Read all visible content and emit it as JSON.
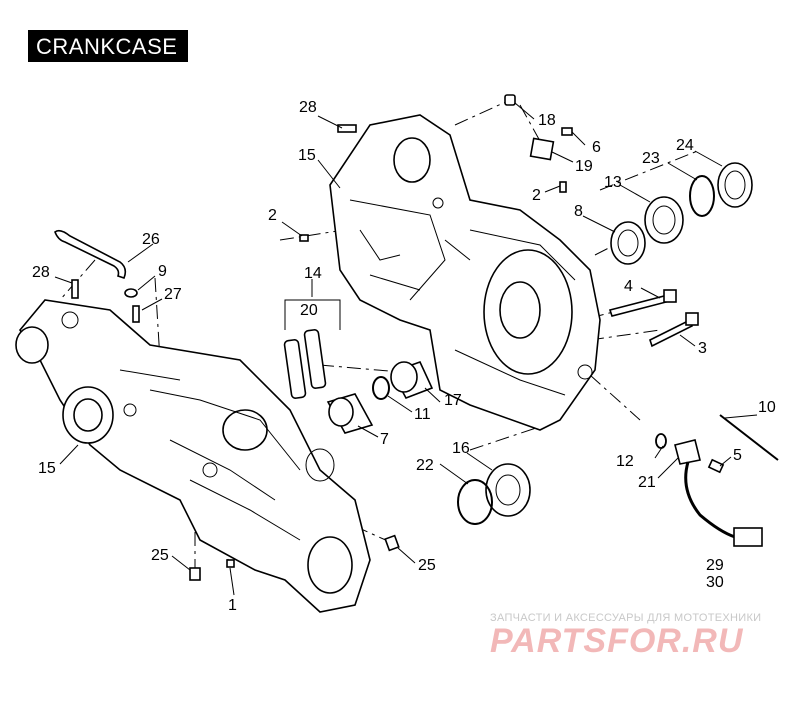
{
  "title": "CRANKCASE",
  "callouts": {
    "c1": "1",
    "c2a": "2",
    "c2b": "2",
    "c3": "3",
    "c4": "4",
    "c5": "5",
    "c6": "6",
    "c7": "7",
    "c8": "8",
    "c9": "9",
    "c10": "10",
    "c11": "11",
    "c12": "12",
    "c13": "13",
    "c14": "14",
    "c15a": "15",
    "c15b": "15",
    "c16": "16",
    "c17": "17",
    "c18": "18",
    "c19": "19",
    "c20": "20",
    "c21": "21",
    "c22": "22",
    "c23": "23",
    "c24": "24",
    "c25a": "25",
    "c25b": "25",
    "c26": "26",
    "c27": "27",
    "c28a": "28",
    "c28b": "28",
    "c29": "29",
    "c30": "30"
  },
  "watermark": {
    "tagline": "ЗАПЧАСТИ И АКСЕССУАРЫ ДЛЯ МОТОТЕХНИКИ",
    "logo": "PARTSFOR.RU"
  },
  "colors": {
    "title_bg": "#000000",
    "title_fg": "#ffffff",
    "watermark": "#f2b8b8"
  }
}
